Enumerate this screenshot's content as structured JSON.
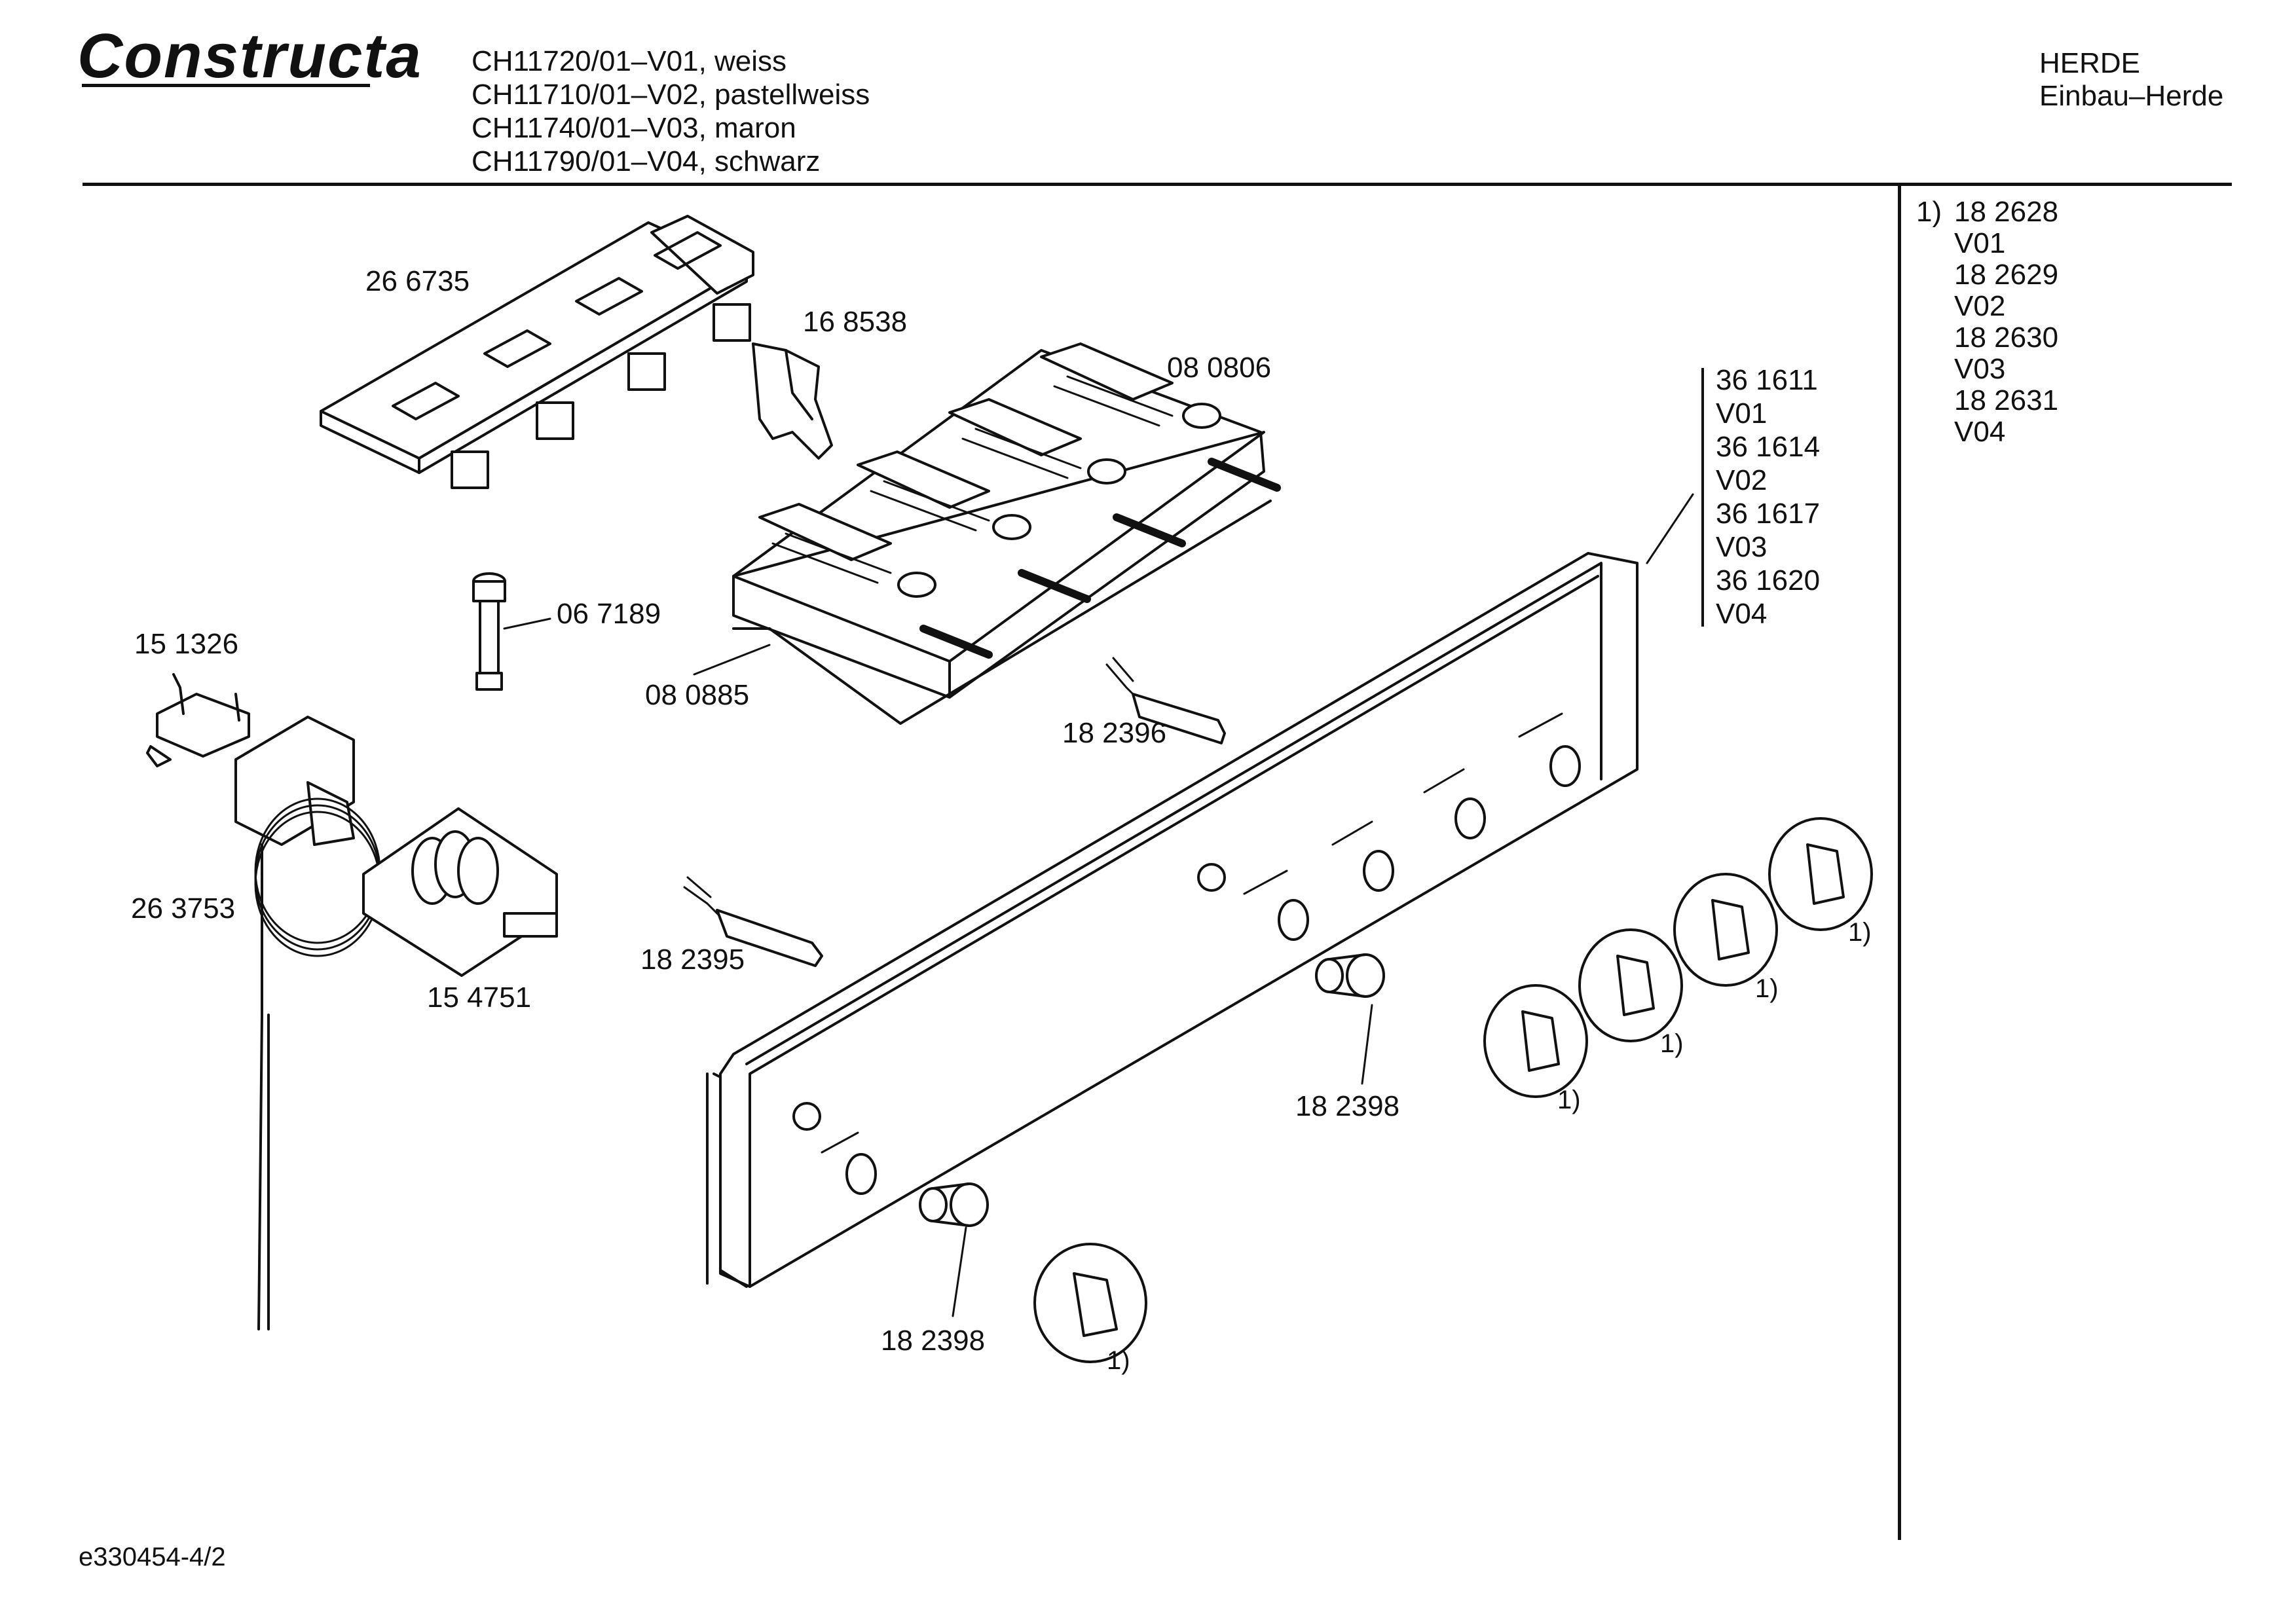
{
  "header": {
    "brand": "Constructa",
    "models": [
      "CH11720/01–V01, weiss",
      "CH11710/01–V02, pastellweiss",
      "CH11740/01–V03, maron",
      "CH11790/01–V04, schwarz"
    ],
    "category": "HERDE",
    "subcategory": "Einbau–Herde"
  },
  "footnotes": {
    "marker": "1)",
    "entries": [
      {
        "part": "18 2628",
        "variant": "V01"
      },
      {
        "part": "18 2629",
        "variant": "V02"
      },
      {
        "part": "18 2630",
        "variant": "V03"
      },
      {
        "part": "18 2631",
        "variant": "V04"
      }
    ]
  },
  "panel_variants": [
    {
      "part": "36 1611",
      "variant": "V01"
    },
    {
      "part": "36 1614",
      "variant": "V02"
    },
    {
      "part": "36 1617",
      "variant": "V03"
    },
    {
      "part": "36 1620",
      "variant": "V04"
    }
  ],
  "part_labels": {
    "holder": "26 6735",
    "clip": "16 8538",
    "switch_block": "08 0806",
    "fuse": "06 7189",
    "insulation_plate": "08 0885",
    "bracket": "15 1326",
    "thermostat": "26 3753",
    "selector_switch": "15 4751",
    "indicator_lamp_right": "18 2396",
    "indicator_lamp_left": "18 2395",
    "lens_right": "18 2398",
    "lens_left": "18 2398"
  },
  "knob_marker": "1)",
  "footer_code": "e330454-4/2"
}
